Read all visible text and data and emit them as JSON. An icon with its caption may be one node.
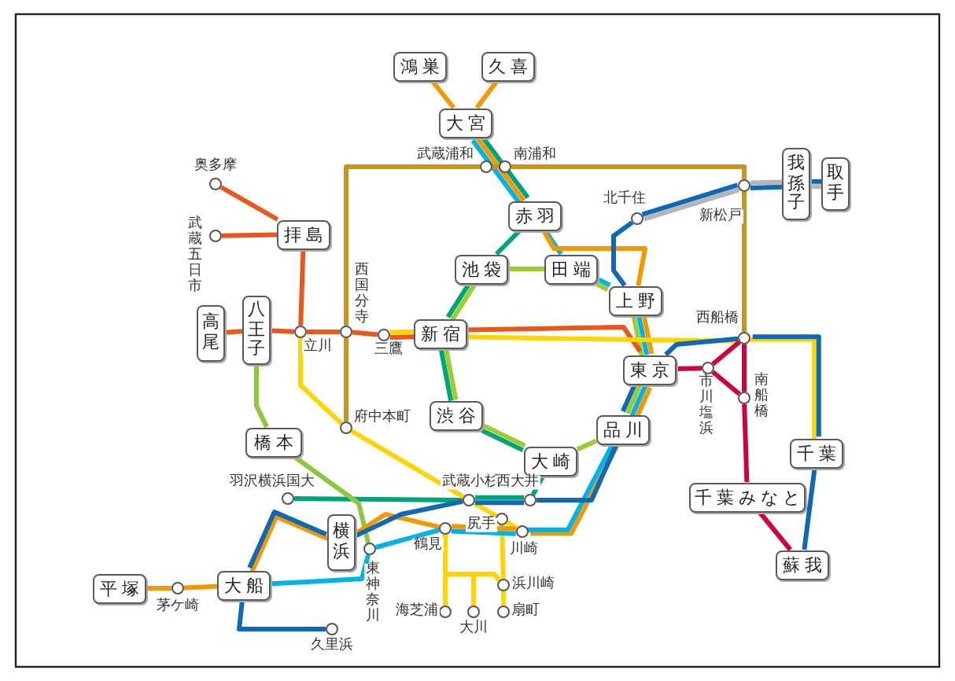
{
  "diagram": {
    "nodes": [
      {
        "text": [
          "鴻巣"
        ]
      },
      {
        "text": [
          "久喜"
        ]
      },
      {
        "text": [
          "大宮"
        ]
      },
      {
        "text": [
          "赤羽"
        ]
      },
      {
        "text": [
          "池袋"
        ]
      },
      {
        "text": [
          "田端"
        ]
      },
      {
        "text": [
          "上野"
        ]
      },
      {
        "text": [
          "拝島"
        ]
      },
      {
        "text": [
          "高尾"
        ]
      },
      {
        "text": [
          "八王子"
        ]
      },
      {
        "text": [
          "新宿"
        ]
      },
      {
        "text": [
          "東京"
        ]
      },
      {
        "text": [
          "渋谷"
        ]
      },
      {
        "text": [
          "橋本"
        ]
      },
      {
        "text": [
          "品川"
        ]
      },
      {
        "text": [
          "大崎"
        ]
      },
      {
        "text": [
          "我孫子"
        ]
      },
      {
        "text": [
          "取手"
        ]
      },
      {
        "text": [
          "千葉"
        ]
      },
      {
        "text": [
          "千葉みなと"
        ]
      },
      {
        "text": [
          "蘇我"
        ]
      },
      {
        "text": [
          "横浜"
        ]
      },
      {
        "text": [
          "大船"
        ]
      },
      {
        "text": [
          "平塚"
        ]
      },
      {
        "text": [],
        "shape": "circle",
        "beside": [
          "奥多摩"
        ]
      },
      {
        "text": [],
        "shape": "circle",
        "beside": [
          "武蔵五日市"
        ]
      },
      {
        "text": [],
        "shape": "circle",
        "beside": [
          "武蔵浦和"
        ]
      },
      {
        "text": [],
        "shape": "circle",
        "beside": [
          "南浦和"
        ]
      },
      {
        "text": [],
        "shape": "circle",
        "beside": [
          "北千住"
        ]
      },
      {
        "text": [],
        "shape": "circle",
        "beside": [
          "新松戸"
        ]
      },
      {
        "text": [],
        "shape": "circle",
        "beside": [
          "立川"
        ]
      },
      {
        "text": [],
        "shape": "circle",
        "beside": [
          "西国分寺"
        ]
      },
      {
        "text": [],
        "shape": "circle",
        "beside": [
          "三鷹"
        ]
      },
      {
        "text": [],
        "shape": "circle",
        "beside": [
          "府中本町"
        ]
      },
      {
        "text": [],
        "shape": "circle",
        "beside": [
          "西船橋"
        ]
      },
      {
        "text": [],
        "shape": "circle",
        "beside": [
          "市川塩浜"
        ]
      },
      {
        "text": [],
        "shape": "circle",
        "beside": [
          "南船橋"
        ]
      },
      {
        "text": [],
        "shape": "circle",
        "beside": [
          "羽沢横浜国大"
        ]
      },
      {
        "text": [],
        "shape": "circle",
        "beside": [
          "武蔵小杉"
        ]
      },
      {
        "text": [],
        "shape": "circle",
        "beside": [
          "西大井"
        ]
      },
      {
        "text": [],
        "shape": "circle",
        "beside": [
          "鶴見"
        ]
      },
      {
        "text": [],
        "shape": "circle",
        "beside": [
          "尻手"
        ]
      },
      {
        "text": [],
        "shape": "circle",
        "beside": [
          "川崎"
        ]
      },
      {
        "text": [],
        "shape": "circle",
        "beside": [
          "東神奈川"
        ]
      },
      {
        "text": [],
        "shape": "circle",
        "beside": [
          "茅ケ崎"
        ]
      },
      {
        "text": [],
        "shape": "circle",
        "beside": [
          "久里浜"
        ]
      },
      {
        "text": [],
        "shape": "circle",
        "beside": [
          "海芝浦"
        ]
      },
      {
        "text": [],
        "shape": "circle",
        "beside": [
          "大川"
        ]
      },
      {
        "text": [],
        "shape": "circle",
        "beside": [
          "浜川崎"
        ]
      },
      {
        "text": [],
        "shape": "circle",
        "beside": [
          "扇町"
        ]
      }
    ],
    "edges": [
      {
        "from": 0,
        "to": 2,
        "arrow": "none",
        "color": "#f39800"
      },
      {
        "from": 1,
        "to": 2,
        "arrow": "none",
        "color": "#f39800"
      },
      {
        "from": 2,
        "to": 3,
        "arrow": "none",
        "color": "#00a37a"
      },
      {
        "from": 2,
        "to": 3,
        "arrow": "none",
        "color": "#f39800"
      },
      {
        "from": 2,
        "to": 3,
        "arrow": "none",
        "color": "#00b2e5"
      },
      {
        "from": 3,
        "to": 4,
        "arrow": "none",
        "color": "#00a37a"
      },
      {
        "from": 3,
        "to": 5,
        "arrow": "none",
        "color": "#00b2e5"
      },
      {
        "from": 3,
        "to": 6,
        "arrow": "none",
        "color": "#f39800"
      },
      {
        "from": 4,
        "to": 5,
        "arrow": "none",
        "color": "#9acd32"
      },
      {
        "from": 5,
        "to": 6,
        "arrow": "none",
        "color": "#00b2e5"
      },
      {
        "from": 5,
        "to": 6,
        "arrow": "none",
        "color": "#9acd32"
      },
      {
        "from": 6,
        "to": 11,
        "arrow": "none",
        "color": "#f39800"
      },
      {
        "from": 6,
        "to": 11,
        "arrow": "none",
        "color": "#00b2e5"
      },
      {
        "from": 6,
        "to": 11,
        "arrow": "none",
        "color": "#9acd32"
      },
      {
        "from": 11,
        "to": 14,
        "arrow": "none",
        "color": "#f39800"
      },
      {
        "from": 11,
        "to": 14,
        "arrow": "none",
        "color": "#00b2e5"
      },
      {
        "from": 11,
        "to": 14,
        "arrow": "none",
        "color": "#9acd32"
      },
      {
        "from": 14,
        "to": 15,
        "arrow": "none",
        "color": "#9acd32"
      },
      {
        "from": 15,
        "to": 12,
        "arrow": "none",
        "color": "#9acd32"
      },
      {
        "from": 12,
        "to": 10,
        "arrow": "none",
        "color": "#9acd32"
      },
      {
        "from": 10,
        "to": 4,
        "arrow": "none",
        "color": "#9acd32"
      },
      {
        "from": 4,
        "to": 10,
        "arrow": "none",
        "color": "#00a37a"
      },
      {
        "from": 10,
        "to": 12,
        "arrow": "none",
        "color": "#00a37a"
      },
      {
        "from": 12,
        "to": 15,
        "arrow": "none",
        "color": "#00a37a"
      },
      {
        "from": 15,
        "to": 39,
        "arrow": "none",
        "color": "#00a37a"
      },
      {
        "from": 39,
        "to": 38,
        "arrow": "none",
        "color": "#00a37a"
      },
      {
        "from": 38,
        "to": 37,
        "arrow": "none",
        "color": "#00a37a"
      },
      {
        "from": 6,
        "to": 28,
        "arrow": "none",
        "color": "#1069b4"
      },
      {
        "from": 28,
        "to": 29,
        "arrow": "none",
        "color": "#1069b4"
      },
      {
        "from": 28,
        "to": 29,
        "arrow": "none",
        "color": "#b5b5b5"
      },
      {
        "from": 29,
        "to": 16,
        "arrow": "none",
        "color": "#1069b4"
      },
      {
        "from": 29,
        "to": 16,
        "arrow": "none",
        "color": "#b5b5b5"
      },
      {
        "from": 16,
        "to": 17,
        "arrow": "none",
        "color": "#1069b4"
      },
      {
        "from": 16,
        "to": 17,
        "arrow": "none",
        "color": "#b5b5b5"
      },
      {
        "from": 24,
        "to": 7,
        "arrow": "none",
        "color": "#e8571c"
      },
      {
        "from": 25,
        "to": 7,
        "arrow": "none",
        "color": "#e8571c"
      },
      {
        "from": 7,
        "to": 30,
        "arrow": "none",
        "color": "#e8571c"
      },
      {
        "from": 8,
        "to": 9,
        "arrow": "none",
        "color": "#e8571c"
      },
      {
        "from": 9,
        "to": 30,
        "arrow": "none",
        "color": "#e8571c"
      },
      {
        "from": 30,
        "to": 31,
        "arrow": "none",
        "color": "#e8571c"
      },
      {
        "from": 31,
        "to": 32,
        "arrow": "none",
        "color": "#e8571c"
      },
      {
        "from": 32,
        "to": 10,
        "arrow": "none",
        "color": "#e8571c"
      },
      {
        "from": 32,
        "to": 10,
        "arrow": "none",
        "color": "#ffd400"
      },
      {
        "from": 10,
        "to": 11,
        "arrow": "none",
        "color": "#e8571c"
      },
      {
        "from": 10,
        "to": 34,
        "arrow": "none",
        "color": "#ffd400"
      },
      {
        "from": 34,
        "to": 18,
        "arrow": "none",
        "color": "#ffd400"
      },
      {
        "from": 34,
        "to": 18,
        "arrow": "none",
        "color": "#1069b4"
      },
      {
        "from": 11,
        "to": 34,
        "arrow": "none",
        "color": "#1069b4"
      },
      {
        "from": 18,
        "to": 20,
        "arrow": "none",
        "color": "#1069b4"
      },
      {
        "from": 33,
        "to": 31,
        "arrow": "none",
        "color": "#c8931e"
      },
      {
        "from": 31,
        "to": 26,
        "arrow": "none",
        "color": "#c8931e"
      },
      {
        "from": 26,
        "to": 27,
        "arrow": "none",
        "color": "#c8931e"
      },
      {
        "from": 27,
        "to": 29,
        "arrow": "none",
        "color": "#c8931e"
      },
      {
        "from": 29,
        "to": 34,
        "arrow": "none",
        "color": "#c8931e"
      },
      {
        "from": 11,
        "to": 35,
        "arrow": "none",
        "color": "#d2003a"
      },
      {
        "from": 35,
        "to": 34,
        "arrow": "none",
        "color": "#d2003a"
      },
      {
        "from": 35,
        "to": 36,
        "arrow": "none",
        "color": "#d2003a"
      },
      {
        "from": 34,
        "to": 36,
        "arrow": "none",
        "color": "#d2003a"
      },
      {
        "from": 36,
        "to": 19,
        "arrow": "none",
        "color": "#d2003a"
      },
      {
        "from": 19,
        "to": 20,
        "arrow": "none",
        "color": "#d2003a"
      },
      {
        "from": 9,
        "to": 13,
        "arrow": "none",
        "color": "#8dc63f"
      },
      {
        "from": 13,
        "to": 43,
        "arrow": "none",
        "color": "#8dc63f"
      },
      {
        "from": 30,
        "to": 33,
        "arrow": "none",
        "color": "#ffd400"
      },
      {
        "from": 33,
        "to": 38,
        "arrow": "none",
        "color": "#ffd400"
      },
      {
        "from": 38,
        "to": 41,
        "arrow": "none",
        "color": "#ffd400"
      },
      {
        "from": 41,
        "to": 42,
        "arrow": "none",
        "color": "#ffd400"
      },
      {
        "from": 41,
        "to": 48,
        "arrow": "none",
        "color": "#ffd400"
      },
      {
        "from": 48,
        "to": 49,
        "arrow": "none",
        "color": "#ffd400"
      },
      {
        "from": 40,
        "to": 46,
        "arrow": "none",
        "color": "#ffd400"
      },
      {
        "from": 40,
        "to": 47,
        "arrow": "none",
        "color": "#ffd400"
      },
      {
        "from": 40,
        "to": 48,
        "arrow": "none",
        "color": "#ffd400"
      },
      {
        "from": 14,
        "to": 42,
        "arrow": "none",
        "color": "#f39800"
      },
      {
        "from": 14,
        "to": 42,
        "arrow": "none",
        "color": "#00b2e5"
      },
      {
        "from": 42,
        "to": 40,
        "arrow": "none",
        "color": "#f39800"
      },
      {
        "from": 42,
        "to": 40,
        "arrow": "none",
        "color": "#00b2e5"
      },
      {
        "from": 40,
        "to": 21,
        "arrow": "none",
        "color": "#f39800"
      },
      {
        "from": 40,
        "to": 43,
        "arrow": "none",
        "color": "#00b2e5"
      },
      {
        "from": 43,
        "to": 22,
        "arrow": "none",
        "color": "#00b2e5"
      },
      {
        "from": 21,
        "to": 22,
        "arrow": "none",
        "color": "#f39800"
      },
      {
        "from": 21,
        "to": 22,
        "arrow": "none",
        "color": "#1069b4"
      },
      {
        "from": 22,
        "to": 44,
        "arrow": "none",
        "color": "#f39800"
      },
      {
        "from": 44,
        "to": 23,
        "arrow": "none",
        "color": "#f39800"
      },
      {
        "from": 22,
        "to": 45,
        "arrow": "none",
        "color": "#1069b4"
      },
      {
        "from": 14,
        "to": 39,
        "arrow": "none",
        "color": "#1069b4"
      },
      {
        "from": 39,
        "to": 38,
        "arrow": "none",
        "color": "#1069b4"
      },
      {
        "from": 38,
        "to": 21,
        "arrow": "none",
        "color": "#1069b4"
      },
      {
        "from": 11,
        "to": 14,
        "arrow": "none",
        "color": "#1069b4"
      }
    ]
  }
}
